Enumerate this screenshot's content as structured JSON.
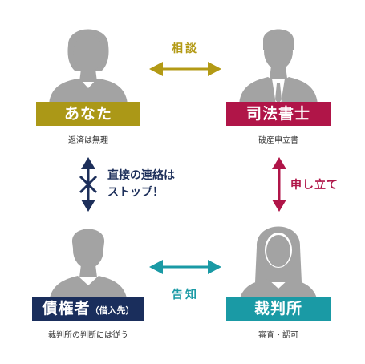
{
  "colors": {
    "silhouette": "#a3a3a3",
    "you": "#ab9817",
    "scrivener": "#b01548",
    "creditor": "#1a2e5c",
    "court": "#1a9aa5",
    "consult_arrow": "#b39a15",
    "filing_arrow": "#b01548",
    "notice_arrow": "#1a9aa5",
    "stop_arrow": "#1d2f5a"
  },
  "nodes": {
    "you": {
      "label": "あなた",
      "caption": "返済は無理",
      "icon": "person-woman-icon"
    },
    "scrivener": {
      "label": "司法書士",
      "caption": "破産申立書",
      "icon": "person-man-suit-icon"
    },
    "creditor": {
      "label": "債権者",
      "label_suffix": "（借入先）",
      "caption": "裁判所の判断には従う",
      "icon": "person-man-icon"
    },
    "court": {
      "label": "裁判所",
      "caption": "審査・認可",
      "icon": "person-woman-longhair-icon"
    }
  },
  "relations": {
    "consult": "相談",
    "filing": "申し立て",
    "notice": "告知",
    "stop_line1": "直接の連絡は",
    "stop_line2": "ストップ！"
  }
}
